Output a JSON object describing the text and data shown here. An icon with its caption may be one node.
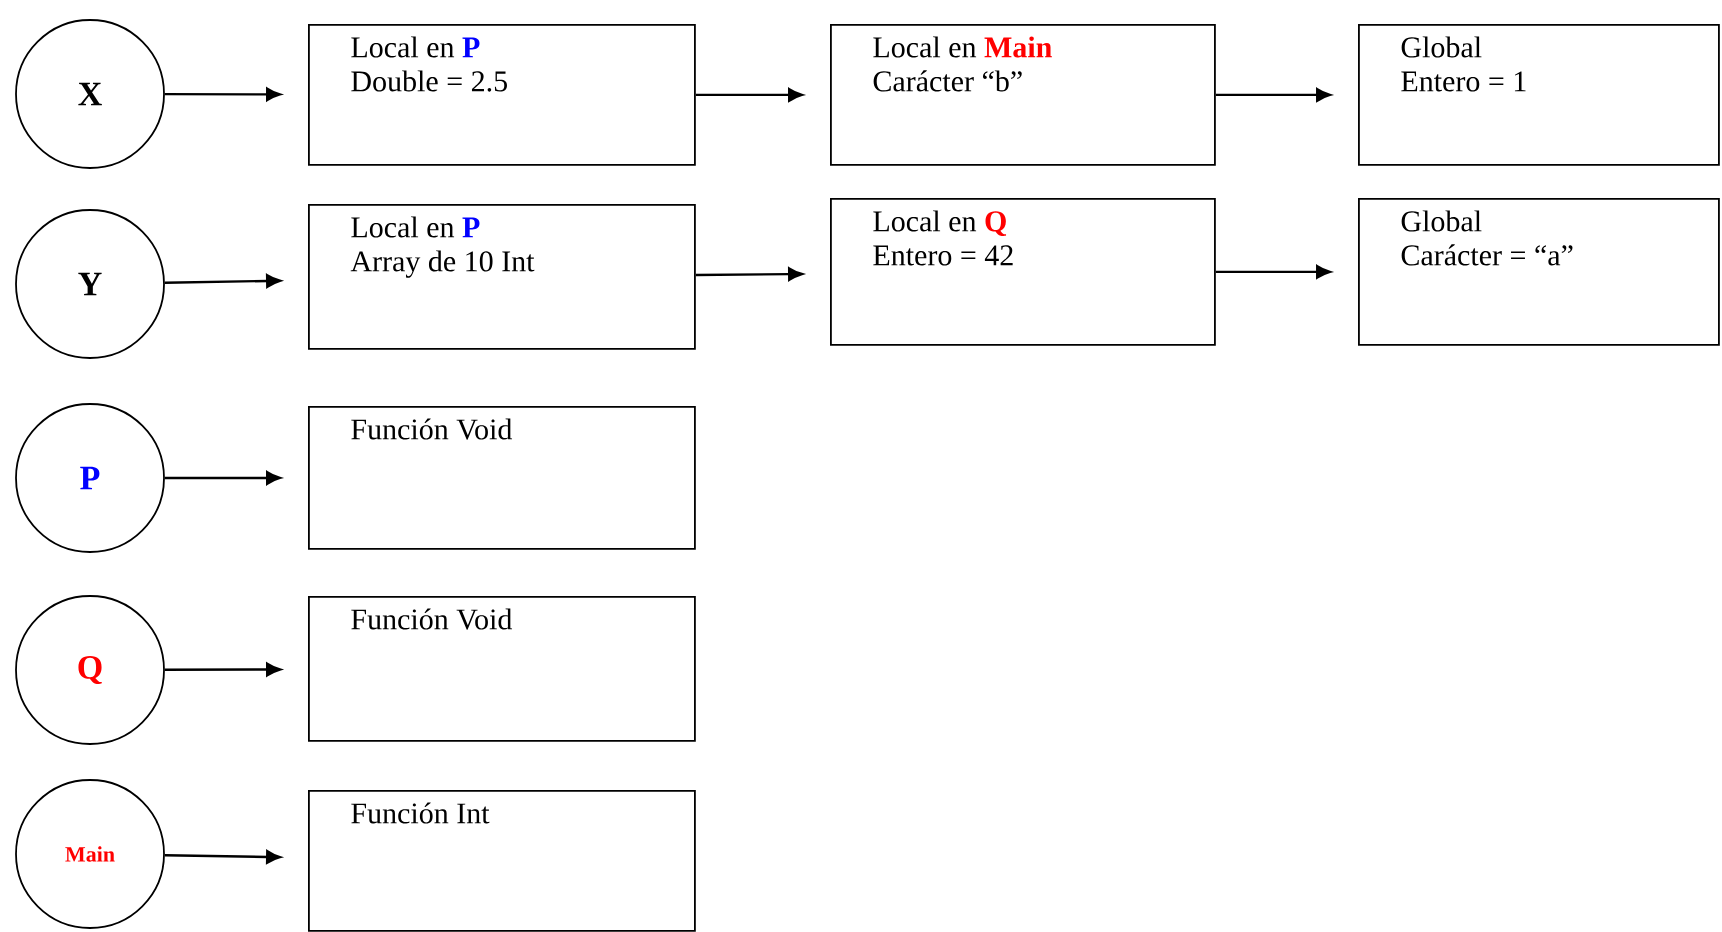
{
  "diagram": {
    "nodes": [
      {
        "text": [
          "X"
        ]
      },
      {
        "text": [
          "Local en **P**",
          "Double = 2.5"
        ]
      },
      {
        "text": [
          "Local en **Main**",
          "Carácter “b”"
        ]
      },
      {
        "text": [
          "Global",
          "Entero = 1"
        ]
      },
      {
        "text": [
          "Y"
        ]
      },
      {
        "text": [
          "Local en **P**",
          "Array de 10 Int"
        ]
      },
      {
        "text": [
          "Local en **Q**",
          "Entero = 42"
        ]
      },
      {
        "text": [
          "Global",
          "Carácter = “a”"
        ]
      },
      {
        "text": [
          "P"
        ]
      },
      {
        "text": [
          "Función Void"
        ]
      },
      {
        "text": [
          "Q"
        ]
      },
      {
        "text": [
          "Función Void"
        ]
      },
      {
        "text": [
          "Main"
        ]
      },
      {
        "text": [
          "Función Int"
        ]
      }
    ],
    "edges": [
      {
        "from": 0,
        "to": 1,
        "arrow": "to"
      },
      {
        "from": 1,
        "to": 2,
        "arrow": "to"
      },
      {
        "from": 2,
        "to": 3,
        "arrow": "to"
      },
      {
        "from": 4,
        "to": 5,
        "arrow": "to"
      },
      {
        "from": 5,
        "to": 6,
        "arrow": "to"
      },
      {
        "from": 6,
        "to": 7,
        "arrow": "to"
      },
      {
        "from": 8,
        "to": 9,
        "arrow": "to"
      },
      {
        "from": 10,
        "to": 11,
        "arrow": "to"
      },
      {
        "from": 12,
        "to": 13,
        "arrow": "to"
      }
    ]
  }
}
